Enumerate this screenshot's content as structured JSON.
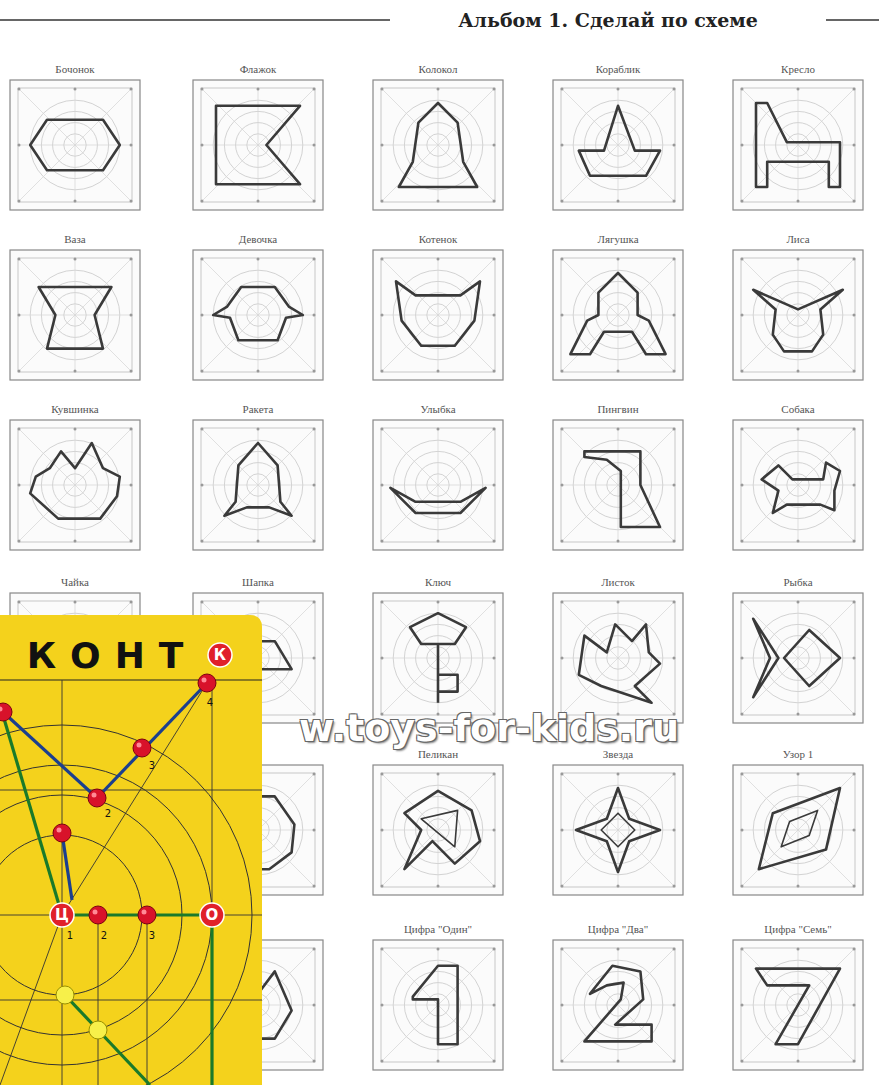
{
  "diagram": {
    "title": "Альбом 1. Сделай по схеме",
    "labels": [
      "Бочонок",
      "Флажок",
      "Колокол",
      "Кораблик",
      "Кресло",
      "Ваза",
      "Девочка",
      "Котенок",
      "Лягушка",
      "Лиса",
      "Кувшинка",
      "Ракета",
      "Улыбка",
      "Пингвин",
      "Собака",
      "Чайка",
      "Шапка",
      "Ключ",
      "Листок",
      "Рыбка",
      "Пеликан",
      "Звезда",
      "Узор 1",
      "Цифра \"Один\"",
      "Цифра \"Два\"",
      "Цифра \"Семь\"",
      "w.toys-for-kids.ru",
      "КОНТ",
      "К",
      "4",
      "3",
      "2",
      "Ц",
      "1",
      "2",
      "3",
      "О"
    ]
  }
}
